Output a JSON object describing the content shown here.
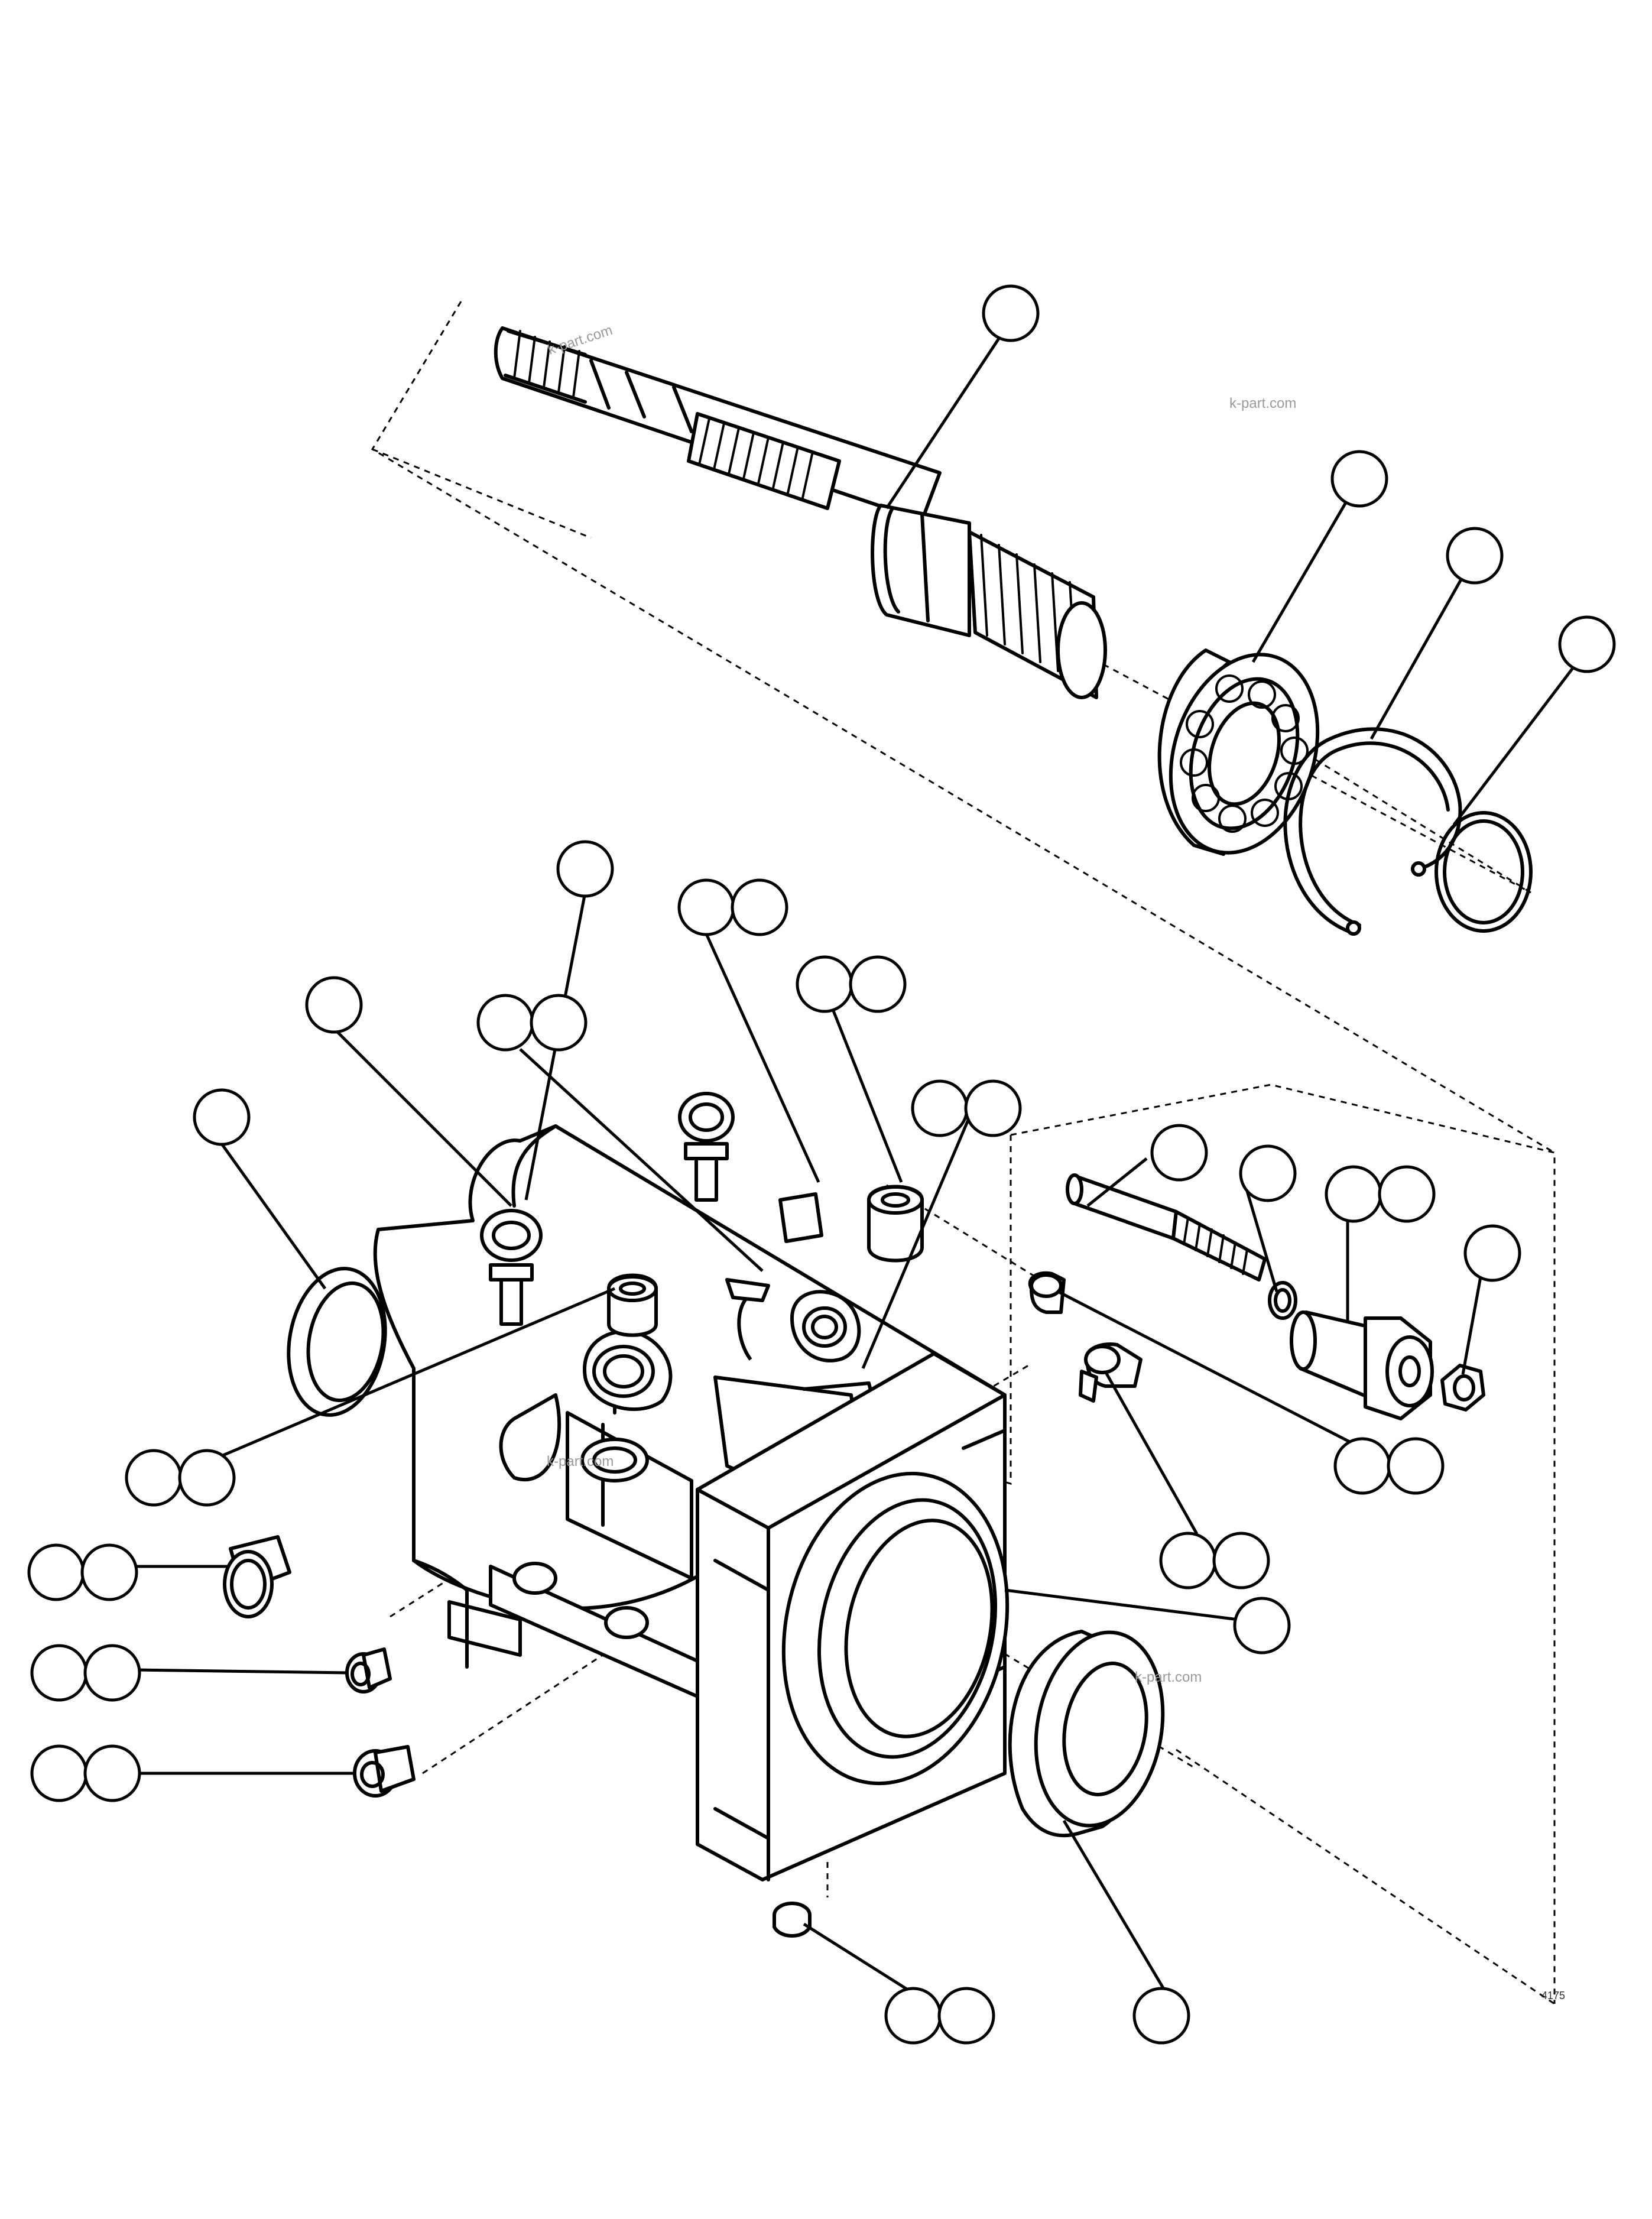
{
  "diagram": {
    "watermarks": [
      "k-part.com",
      "k-part.com",
      "k-part.com",
      "k-part.com"
    ],
    "drawing_code": "4175"
  }
}
